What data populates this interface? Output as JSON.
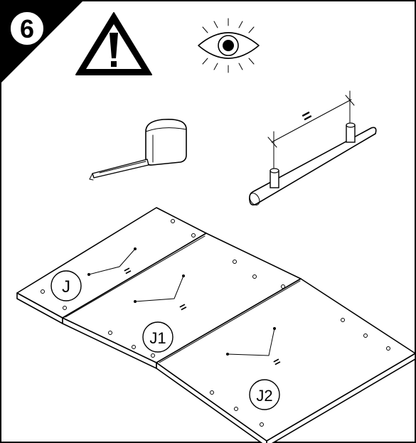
{
  "step": {
    "number": "6"
  },
  "icons": {
    "warning": "warning-triangle-icon",
    "inspect": "eye-icon",
    "measure": "tape-measure-icon",
    "handle": "handle-spacing-icon"
  },
  "equal_marks": {
    "handle": "=",
    "panel_j": "=",
    "panel_j1": "=",
    "panel_j2": "="
  },
  "panels": [
    {
      "label": "J"
    },
    {
      "label": "J1"
    },
    {
      "label": "J2"
    }
  ],
  "colors": {
    "ink": "#000000",
    "paper": "#ffffff"
  }
}
